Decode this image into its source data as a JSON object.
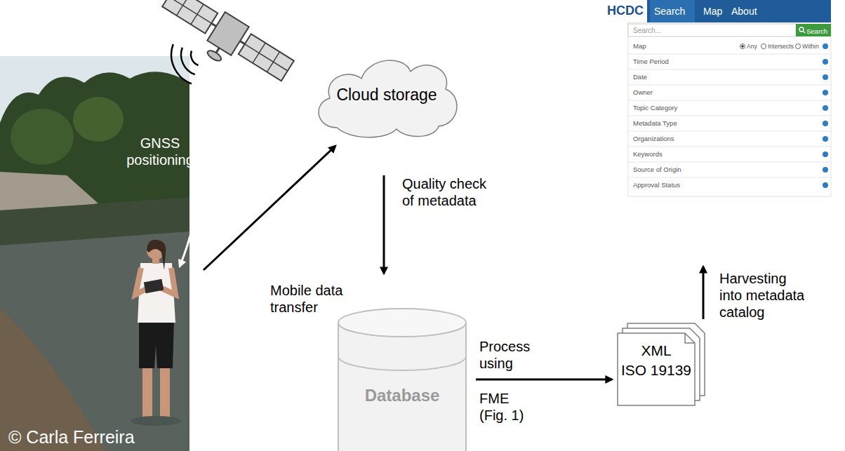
{
  "diagram": {
    "nodes": [
      {
        "text": [
          "© Carla Ferreira"
        ]
      },
      {
        "text": [
          "Cloud storage"
        ]
      },
      {
        "text": [
          "Database"
        ]
      },
      {
        "text": [
          "XML",
          "ISO 19139"
        ]
      },
      {
        "text": [
          "HCDC",
          "Search",
          "Map",
          "About",
          "Search...",
          "Search",
          "Map",
          "Any",
          "Intersects",
          "Within",
          "Time Period",
          "Date",
          "Owner",
          "Topic Category",
          "Metadata Type",
          "Organizations",
          "Keywords",
          "Source of Origin",
          "Approval Status"
        ]
      }
    ],
    "edges": [
      {
        "from": 0,
        "to": 1,
        "arrow": "to",
        "label": "Mobile data transfer"
      },
      {
        "from": 1,
        "to": 2,
        "arrow": "to",
        "label": "Quality check of metadata"
      },
      {
        "from": 2,
        "to": 3,
        "arrow": "to",
        "label": "Process using"
      },
      {
        "from": 3,
        "to": 4,
        "arrow": "to",
        "label": "Harvesting into metadata catalog"
      }
    ],
    "labels": [
      "GNSS positioning",
      "FME (Fig. 1)"
    ]
  }
}
